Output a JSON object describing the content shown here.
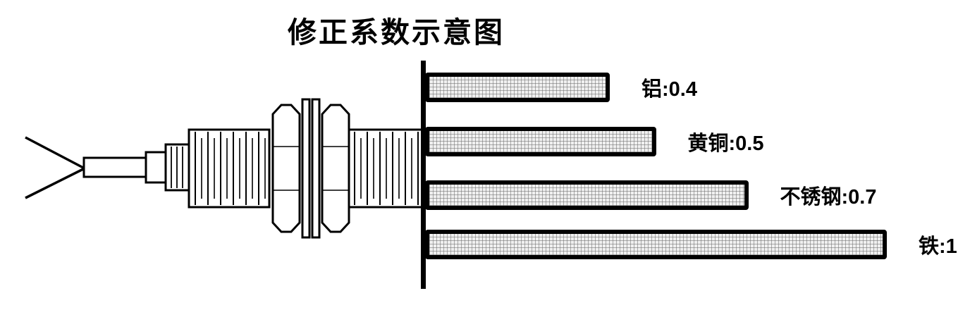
{
  "title": "修正系数示意图",
  "chart_data": {
    "type": "bar",
    "orientation": "horizontal",
    "title": "修正系数示意图",
    "categories": [
      "铝",
      "黄铜",
      "不锈钢",
      "铁"
    ],
    "values": [
      0.4,
      0.5,
      0.7,
      1
    ],
    "xlim": [
      0,
      1
    ],
    "grid": false,
    "legend": "none",
    "bars": [
      {
        "material": "铝",
        "value": 0.4,
        "label": "铝:0.4"
      },
      {
        "material": "黄铜",
        "value": 0.5,
        "label": "黄铜:0.5"
      },
      {
        "material": "不锈钢",
        "value": 0.7,
        "label": "不锈钢:0.7"
      },
      {
        "material": "铁",
        "value": 1,
        "label": "铁:1"
      }
    ]
  },
  "icons": {
    "sensor": "inductive-proximity-sensor-icon",
    "reference_line": "sensing-face-reference-line"
  },
  "colors": {
    "ink": "#000000",
    "background": "#ffffff",
    "bar_fill": "#f0f0f0",
    "bar_hatch": "#6e6e6e"
  }
}
